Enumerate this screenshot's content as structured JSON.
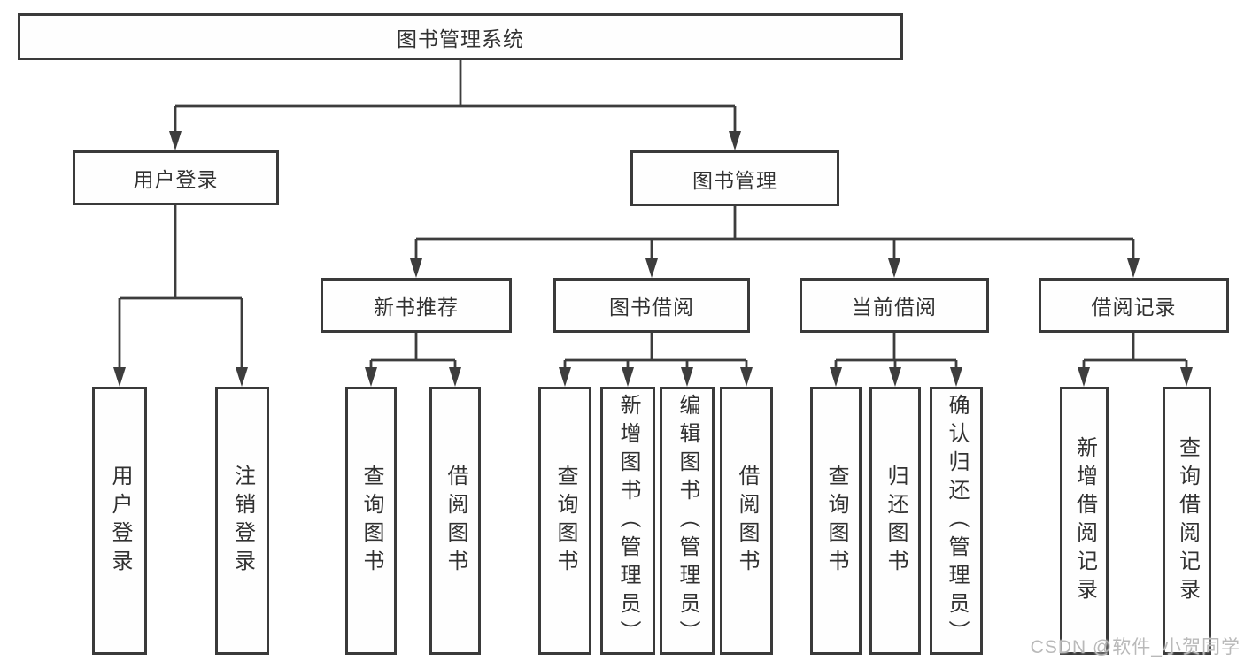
{
  "tree": {
    "root": {
      "label": "图书管理系统"
    },
    "branches": [
      {
        "label": "用户登录",
        "children": [
          {
            "label": "用户登录"
          },
          {
            "label": "注销登录"
          }
        ]
      },
      {
        "label": "图书管理",
        "children": [
          {
            "label": "新书推荐",
            "children": [
              {
                "label": "查询图书"
              },
              {
                "label": "借阅图书"
              }
            ]
          },
          {
            "label": "图书借阅",
            "children": [
              {
                "label": "查询图书"
              },
              {
                "label": "新增图书（管理员）"
              },
              {
                "label": "编辑图书（管理员）"
              },
              {
                "label": "借阅图书"
              }
            ]
          },
          {
            "label": "当前借阅",
            "children": [
              {
                "label": "查询图书"
              },
              {
                "label": "归还图书"
              },
              {
                "label": "确认归还（管理员）"
              }
            ]
          },
          {
            "label": "借阅记录",
            "children": [
              {
                "label": "新增借阅记录"
              },
              {
                "label": "查询借阅记录"
              }
            ]
          }
        ]
      }
    ]
  },
  "colors": {
    "border": "#3a3a3a",
    "line": "#3d3d3d",
    "text": "#313131",
    "watermark": "#b9b9b9"
  },
  "watermark": "CSDN @软件_小贺同学"
}
